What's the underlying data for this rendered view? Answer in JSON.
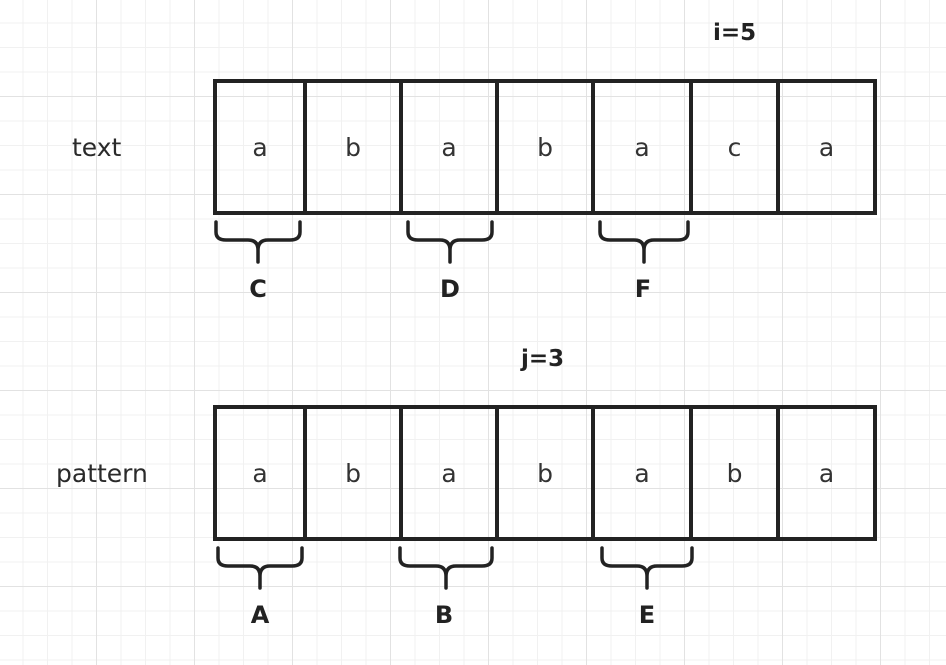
{
  "labels": {
    "text": "text",
    "pattern": "pattern",
    "i_index": "i=5",
    "j_index": "j=3"
  },
  "text_cells": [
    "a",
    "b",
    "a",
    "b",
    "a",
    "c",
    "a"
  ],
  "pattern_cells": [
    "a",
    "b",
    "a",
    "b",
    "a",
    "b",
    "a"
  ],
  "brace_labels": {
    "C": "C",
    "D": "D",
    "F": "F",
    "A": "A",
    "B": "B",
    "E": "E"
  }
}
